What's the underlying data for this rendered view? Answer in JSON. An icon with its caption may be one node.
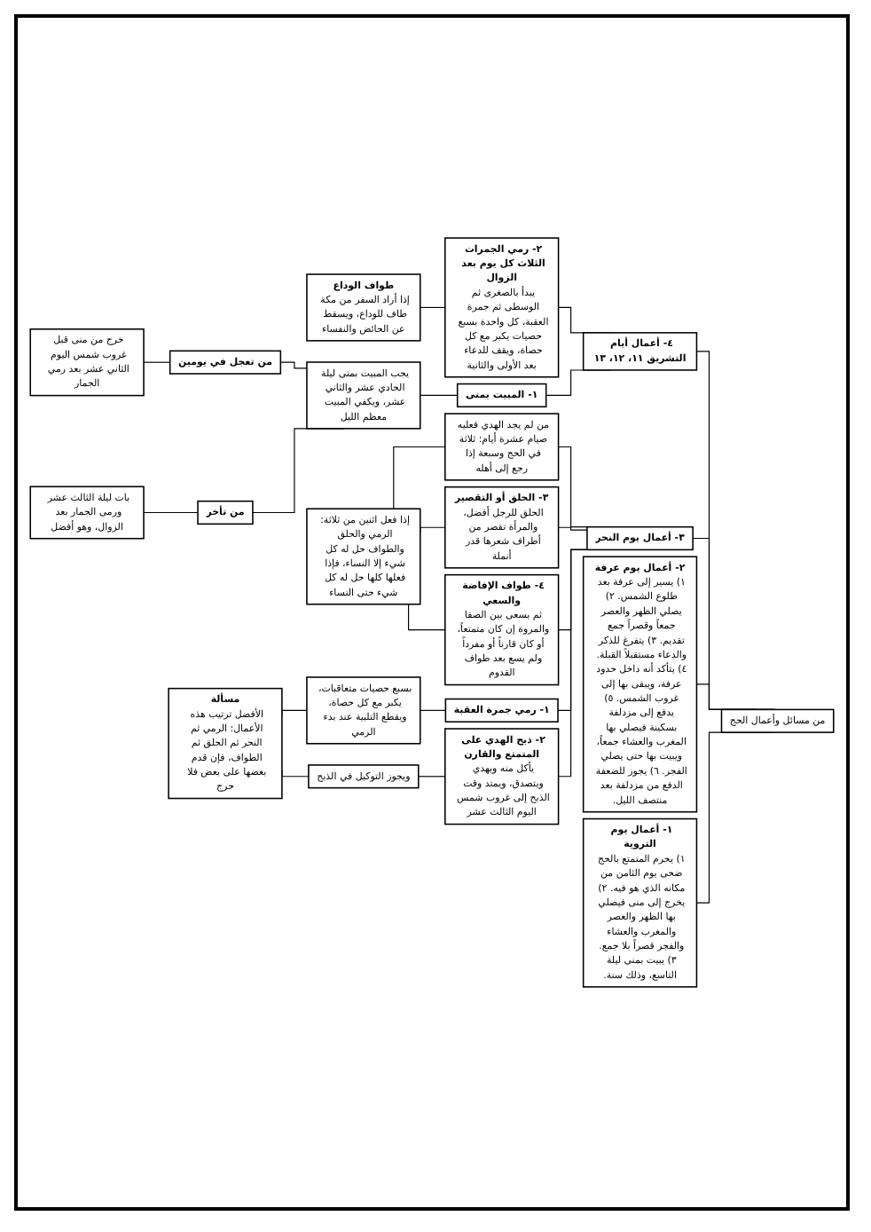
{
  "diagram": {
    "nodes": [
      {
        "text": [
          "من مسائل وأعمال الحج"
        ]
      },
      {
        "text": [
          "١- أعمال يوم التروية",
          "١) يحرم المتمتع بالحج ضحى يوم الثامن من مكانه الذي هو فيه. ٢) يخرج إلى منى فيصلي بها الظهر والعصر والمغرب والعشاء والفجر قصراً بلا جمع. ٣) يبيت بمنى ليلة التاسع، وذلك سنة."
        ]
      },
      {
        "text": [
          "٢- أعمال يوم عرفة",
          "١) يسير إلى عرفة بعد طلوع الشمس. ٢) يصلي الظهر والعصر جمعاً وقصراً جمع تقديم. ٣) يتفرغ للذكر والدعاء مستقبلاً القبلة. ٤) يتأكد أنه داخل حدود عرفة، ويبقى بها إلى غروب الشمس. ٥) يدفع إلى مزدلفة بسكينة فيصلي بها المغرب والعشاء جمعاً، ويبيت بها حتى يصلي الفجر. ٦) يجوز للضعفة الدفع من مزدلفة بعد منتصف الليل."
        ]
      },
      {
        "text": [
          "٣- أعمال يوم النحر"
        ]
      },
      {
        "text": [
          "١- رمي جمرة العقبة"
        ]
      },
      {
        "text": [
          "بسبع حصيات متعاقبات، يكبر مع كل حصاة، ويقطع التلبية عند بدء الرمي"
        ]
      },
      {
        "text": [
          "٢- ذبح الهدي على المتمتع والقارن",
          "يأكل منه ويهدي ويتصدق، ويمتد وقت الذبح إلى غروب شمس اليوم الثالث عشر"
        ]
      },
      {
        "text": [
          "ويجوز التوكيل في الذبح"
        ]
      },
      {
        "text": [
          "مسألة",
          "الأفضل ترتيب هذه الأعمال: الرمي ثم النحر ثم الحلق ثم الطواف، فإن قدم بعضها على بعض فلا حرج"
        ]
      },
      {
        "text": [
          "من لم يجد الهدي فعليه صيام عشرة أيام: ثلاثة في الحج وسبعة إذا رجع إلى أهله"
        ]
      },
      {
        "text": [
          "٣- الحلق أو التقصير",
          "الحلق للرجل أفضل، والمرأة تقصر من أطراف شعرها قدر أنملة"
        ]
      },
      {
        "text": [
          "٤- طواف الإفاضة والسعي",
          "ثم يسعى بين الصفا والمروة إن كان متمتعاً، أو كان قارناً أو مفرداً ولم يسع بعد طواف القدوم"
        ]
      },
      {
        "text": [
          "إذا فعل اثنين من ثلاثة: الرمي والحلق والطواف حل له كل شيء إلا النساء، فإذا فعلها كلها حل له كل شيء حتى النساء"
        ]
      },
      {
        "text": [
          "٤- أعمال أيام التشريق ١١، ١٢، ١٣"
        ]
      },
      {
        "text": [
          "١- المبيت بمنى"
        ]
      },
      {
        "text": [
          "يجب المبيت بمنى ليلة الحادي عشر والثاني عشر، ويكفي المبيت معظم الليل"
        ]
      },
      {
        "text": [
          "من تعجل في يومين"
        ]
      },
      {
        "text": [
          "خرج من منى قبل غروب شمس اليوم الثاني عشر بعد رمي الجمار"
        ]
      },
      {
        "text": [
          "من تأخر"
        ]
      },
      {
        "text": [
          "بات ليلة الثالث عشر ورمى الجمار بعد الزوال، وهو أفضل"
        ]
      },
      {
        "text": [
          "٢- رمي الجمرات الثلاث كل يوم بعد الزوال",
          "يبدأ بالصغرى ثم الوسطى ثم جمرة العقبة، كل واحدة بسبع حصيات يكبر مع كل حصاة، ويقف للدعاء بعد الأولى والثانية"
        ]
      },
      {
        "text": [
          "طواف الوداع",
          "إذا أراد السفر من مكة طاف للوداع، ويسقط عن الحائض والنفساء"
        ]
      }
    ],
    "edges": [
      {
        "from": 0,
        "to": 1,
        "arrow": "none"
      },
      {
        "from": 0,
        "to": 2,
        "arrow": "none"
      },
      {
        "from": 0,
        "to": 3,
        "arrow": "none"
      },
      {
        "from": 0,
        "to": 13,
        "arrow": "none"
      },
      {
        "from": 3,
        "to": 4,
        "arrow": "none"
      },
      {
        "from": 4,
        "to": 5,
        "arrow": "none"
      },
      {
        "from": 3,
        "to": 6,
        "arrow": "none"
      },
      {
        "from": 6,
        "to": 7,
        "arrow": "none"
      },
      {
        "from": 5,
        "to": 8,
        "arrow": "none"
      },
      {
        "from": 7,
        "to": 8,
        "arrow": "none"
      },
      {
        "from": 3,
        "to": 9,
        "arrow": "none"
      },
      {
        "from": 3,
        "to": 10,
        "arrow": "none"
      },
      {
        "from": 3,
        "to": 11,
        "arrow": "none"
      },
      {
        "from": 9,
        "to": 12,
        "arrow": "none"
      },
      {
        "from": 10,
        "to": 12,
        "arrow": "none"
      },
      {
        "from": 11,
        "to": 12,
        "arrow": "none"
      },
      {
        "from": 13,
        "to": 14,
        "arrow": "none"
      },
      {
        "from": 14,
        "to": 15,
        "arrow": "none"
      },
      {
        "from": 15,
        "to": 16,
        "arrow": "none"
      },
      {
        "from": 16,
        "to": 17,
        "arrow": "none"
      },
      {
        "from": 15,
        "to": 18,
        "arrow": "none"
      },
      {
        "from": 18,
        "to": 19,
        "arrow": "none"
      },
      {
        "from": 13,
        "to": 20,
        "arrow": "none"
      },
      {
        "from": 20,
        "to": 21,
        "arrow": "none"
      }
    ]
  }
}
